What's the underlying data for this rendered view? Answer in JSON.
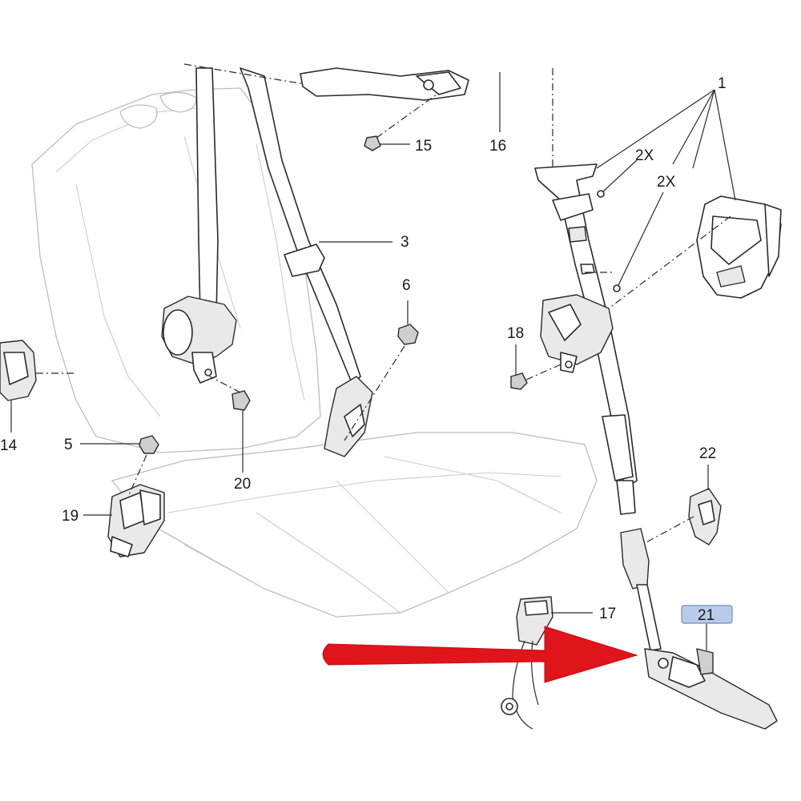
{
  "callouts": {
    "c1": "1",
    "c2x_a": "2X",
    "c2x_b": "2X",
    "c3": "3",
    "c5": "5",
    "c6": "6",
    "c14": "14",
    "c15": "15",
    "c16": "16",
    "c17": "17",
    "c18": "18",
    "c19": "19",
    "c20": "20",
    "c21": "21",
    "c22": "22"
  },
  "highlight": {
    "callout": "21",
    "fill": "#b9cbe8",
    "stroke": "#7f9bc9"
  },
  "arrow": {
    "color": "#e0141b",
    "icon": "red-pointer-arrow-icon"
  }
}
